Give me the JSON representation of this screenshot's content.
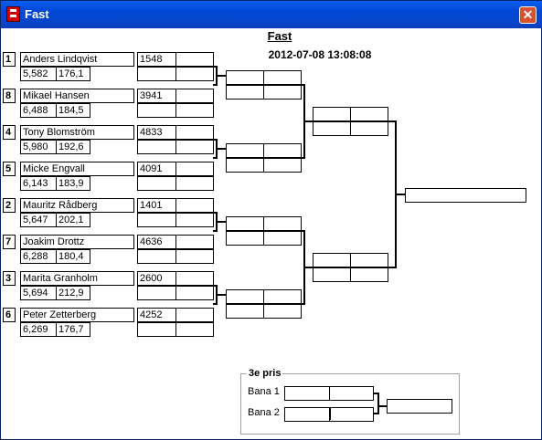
{
  "window": {
    "title": "Fast",
    "close_label": "✕"
  },
  "header": {
    "title": "Fast",
    "datetime": "2012-07-08 13:08:08"
  },
  "players": [
    {
      "seed": "1",
      "name": "Anders Lindqvist",
      "s1": "5,582",
      "s2": "176,1",
      "score": "1548"
    },
    {
      "seed": "8",
      "name": "Mikael Hansen",
      "s1": "6,488",
      "s2": "184,5",
      "score": "3941"
    },
    {
      "seed": "4",
      "name": "Tony Blomström",
      "s1": "5,980",
      "s2": "192,6",
      "score": "4833"
    },
    {
      "seed": "5",
      "name": "Micke Engvall",
      "s1": "6,143",
      "s2": "183,9",
      "score": "4091"
    },
    {
      "seed": "2",
      "name": "Mauritz Rådberg",
      "s1": "5,647",
      "s2": "202,1",
      "score": "1401"
    },
    {
      "seed": "7",
      "name": "Joakim Drottz",
      "s1": "6,288",
      "s2": "180,4",
      "score": "4636"
    },
    {
      "seed": "3",
      "name": "Marita Granholm",
      "s1": "5,694",
      "s2": "212,9",
      "score": "2600"
    },
    {
      "seed": "6",
      "name": "Peter Zetterberg",
      "s1": "6,269",
      "s2": "176,7",
      "score": "4252"
    }
  ],
  "third_place": {
    "title": "3e pris",
    "lane1": "Bana 1",
    "lane2": "Bana 2"
  }
}
